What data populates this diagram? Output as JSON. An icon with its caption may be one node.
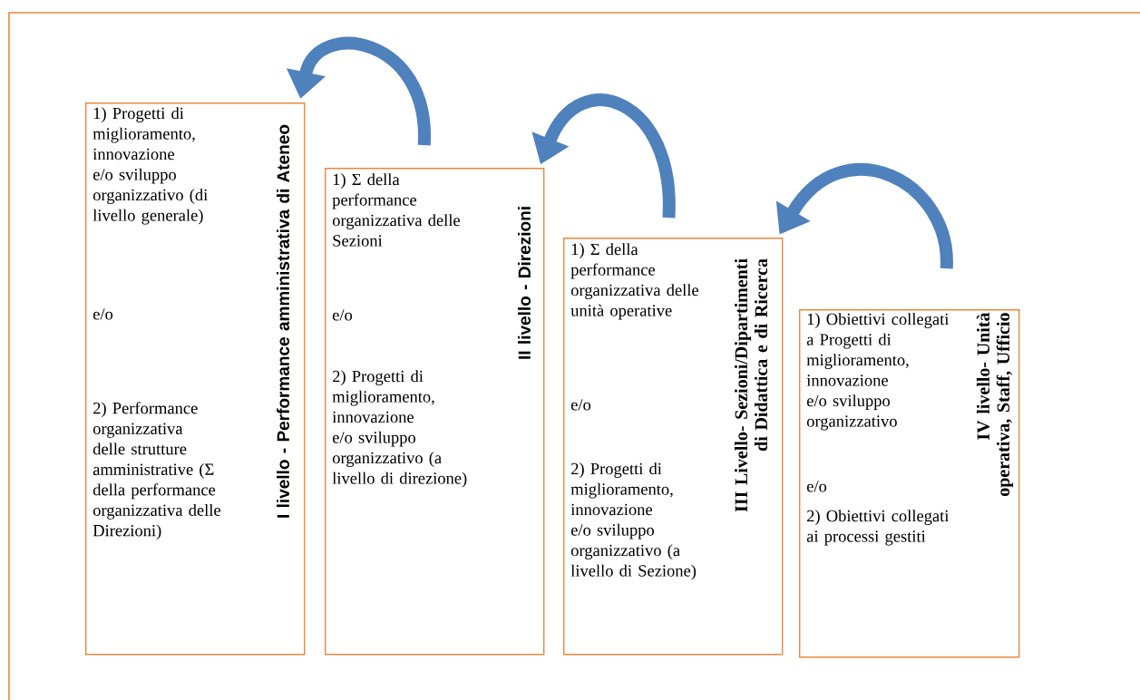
{
  "diagram": {
    "nodes": [
      {
        "text": [
          "I livello - Performance amministrativa di Ateneo",
          "1) Progetti di miglioramento, innovazione e/o sviluppo organizzativo (di livello generale)",
          "e/o",
          "2) Performance organizzativa delle strutture amministrative (Σ della performance organizzativa delle Direzioni)"
        ]
      },
      {
        "text": [
          "II livello - Direzioni",
          "1) Σ della performance organizzativa delle Sezioni",
          "e/o",
          "2) Progetti di miglioramento, innovazione e/o sviluppo organizzativo (a livello di direzione)"
        ]
      },
      {
        "text": [
          "III Livello- Sezioni/Dipartimenti di Didattica e di Ricerca",
          "1) Σ della performance organizzativa delle unità operative",
          "e/o",
          "2) Progetti di miglioramento, innovazione e/o sviluppo organizzativo (a livello di Sezione)"
        ]
      },
      {
        "text": [
          "IV livello- Unità operativa, Staff, Ufficio",
          "1) Obiettivi collegati a Progetti di miglioramento, innovazione e/o sviluppo organizzativo",
          "e/o",
          "2) Obiettivi collegati ai processi gestiti"
        ]
      }
    ],
    "edges": [
      {
        "from": 3,
        "to": 2,
        "arrow": "to"
      },
      {
        "from": 2,
        "to": 1,
        "arrow": "to"
      },
      {
        "from": 1,
        "to": 0,
        "arrow": "to"
      }
    ]
  }
}
